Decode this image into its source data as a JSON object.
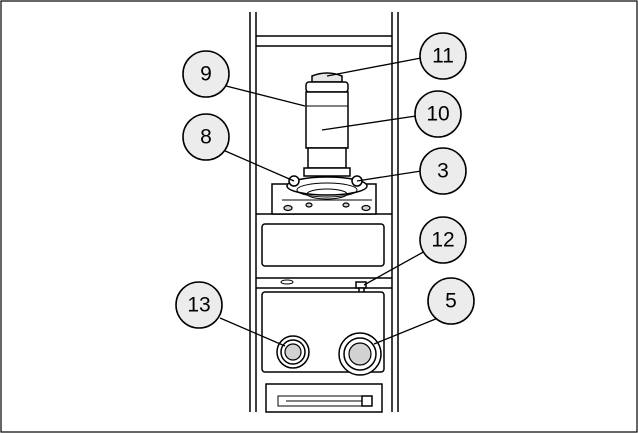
{
  "callouts": [
    {
      "id": "c9",
      "text": "9"
    },
    {
      "id": "c11",
      "text": "11"
    },
    {
      "id": "c10",
      "text": "10"
    },
    {
      "id": "c8",
      "text": "8"
    },
    {
      "id": "c3",
      "text": "3"
    },
    {
      "id": "c12",
      "text": "12"
    },
    {
      "id": "c13",
      "text": "13"
    },
    {
      "id": "c5",
      "text": "5"
    }
  ]
}
